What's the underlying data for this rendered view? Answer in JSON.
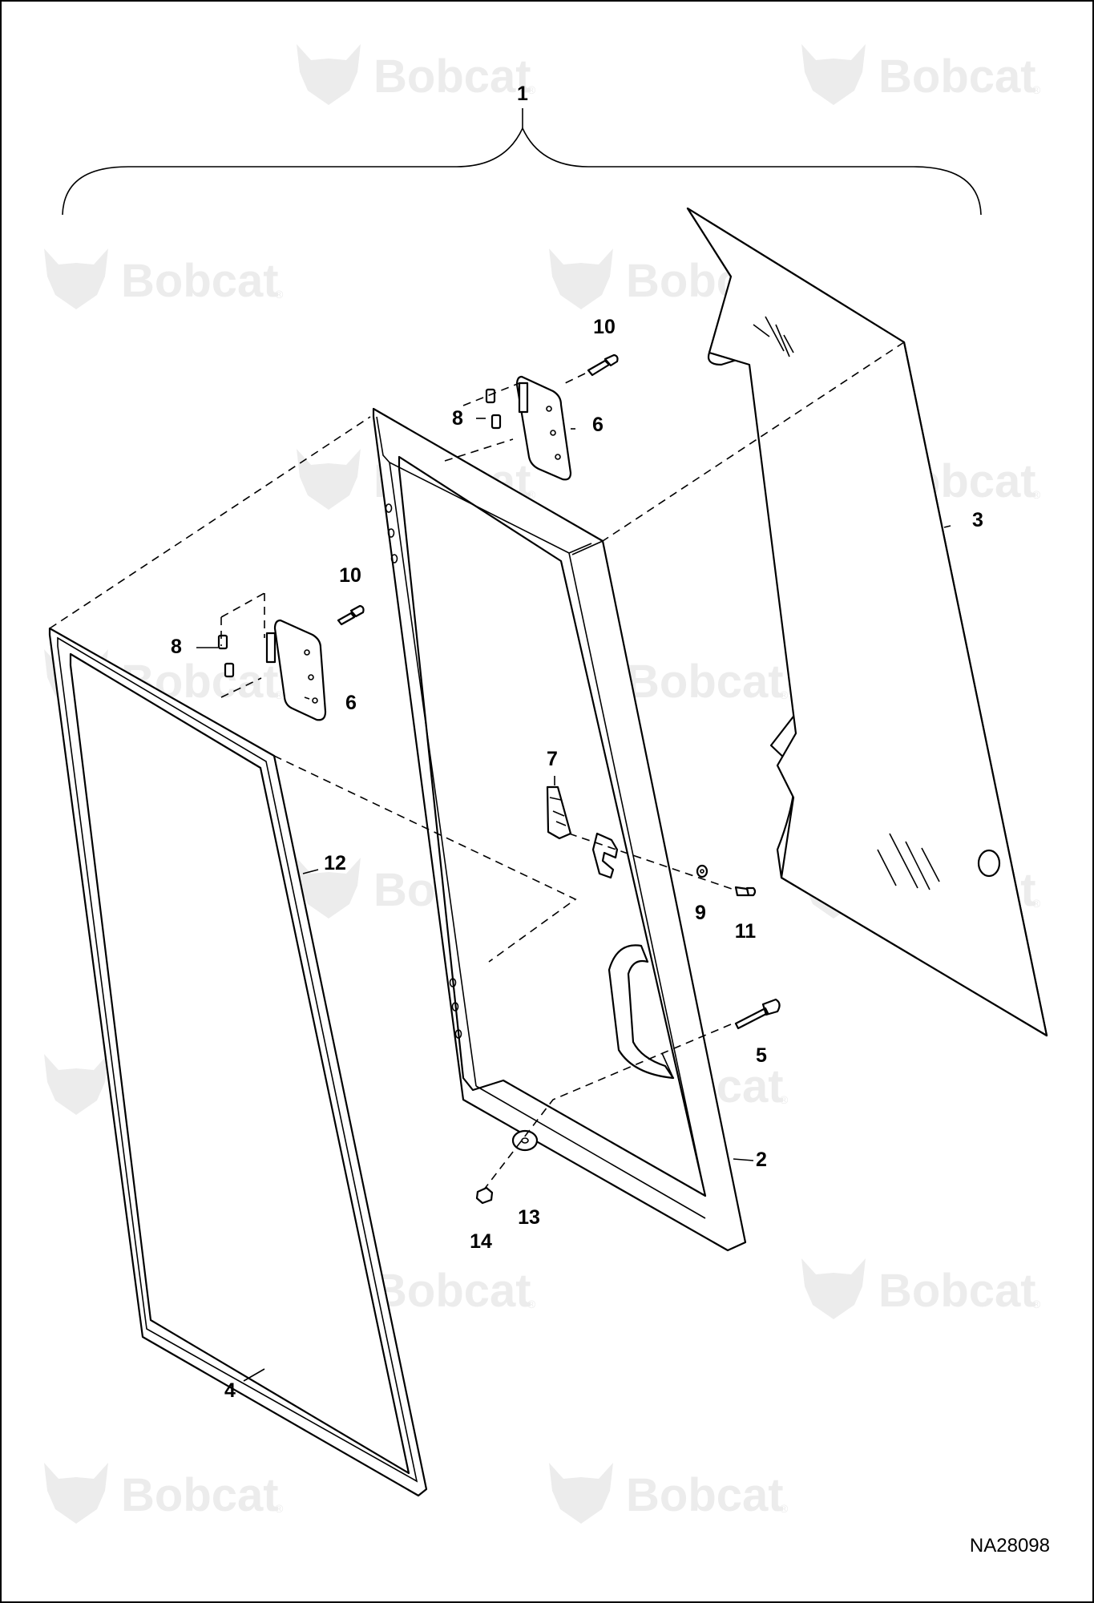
{
  "watermark": {
    "brand": "Bobcat",
    "mark": "®",
    "color": "#ececec"
  },
  "drawing_id": "NA28098",
  "callouts": {
    "c1": "1",
    "c2": "2",
    "c3": "3",
    "c4": "4",
    "c5": "5",
    "c6a": "6",
    "c6b": "6",
    "c7": "7",
    "c8a": "8",
    "c8b": "8",
    "c9": "9",
    "c10a": "10",
    "c10b": "10",
    "c11": "11",
    "c12": "12",
    "c13": "13",
    "c14": "14"
  }
}
